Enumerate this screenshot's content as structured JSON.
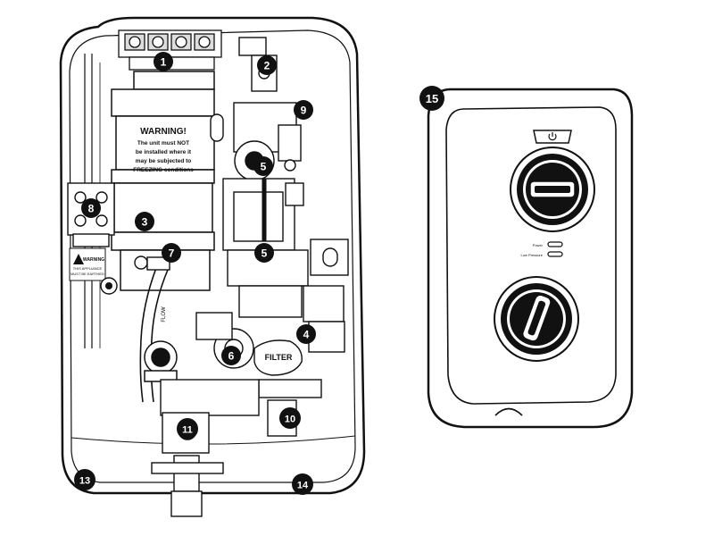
{
  "warning_label": {
    "title": "WARNING!",
    "lines": [
      "The unit must NOT",
      "be installed where it",
      "may be subjected to",
      "FREEZING conditions"
    ]
  },
  "small_warning": {
    "title": "WARNING",
    "lines": [
      "THIS APPLIANCE",
      "MUST BE EARTHED"
    ]
  },
  "filter_label": "FILTER",
  "flow_label": "FLOW",
  "dial_labels": {
    "power": "Power",
    "low_pressure": "Low Pressure"
  },
  "callouts": [
    {
      "id": "c1",
      "text": "1"
    },
    {
      "id": "c2",
      "text": "2"
    },
    {
      "id": "c3",
      "text": "3"
    },
    {
      "id": "c4",
      "text": "4"
    },
    {
      "id": "c5a",
      "text": "5"
    },
    {
      "id": "c5b",
      "text": "5"
    },
    {
      "id": "c6",
      "text": "6"
    },
    {
      "id": "c7",
      "text": "7"
    },
    {
      "id": "c8",
      "text": "8"
    },
    {
      "id": "c9",
      "text": "9"
    },
    {
      "id": "c10",
      "text": "10"
    },
    {
      "id": "c11",
      "text": "11"
    },
    {
      "id": "c13",
      "text": "13"
    },
    {
      "id": "c14",
      "text": "14"
    },
    {
      "id": "c15",
      "text": "15"
    }
  ]
}
